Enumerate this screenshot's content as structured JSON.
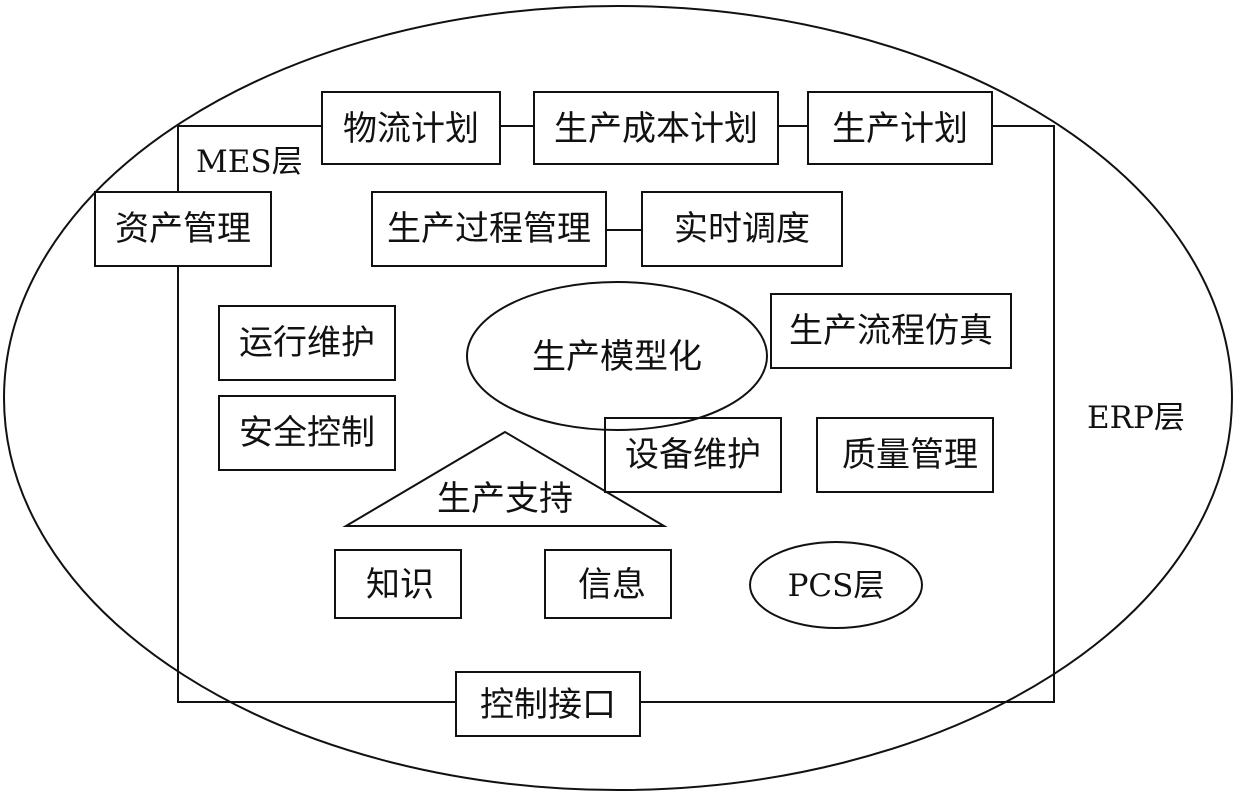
{
  "layers": {
    "erp": "ERP层",
    "mes": "MES层",
    "pcs": "PCS层"
  },
  "plans": {
    "logistics": "物流计划",
    "cost": "生产成本计划",
    "production": "生产计划"
  },
  "management": {
    "asset": "资产管理",
    "process": "生产过程管理",
    "scheduling": "实时调度",
    "operation": "运行维护",
    "modeling": "生产模型化",
    "simulation": "生产流程仿真",
    "safety": "安全控制",
    "equipment": "设备维护",
    "quality": "质量管理"
  },
  "support": {
    "title": "生产支持",
    "knowledge": "知识",
    "information": "信息"
  },
  "interface": {
    "control": "控制接口"
  }
}
